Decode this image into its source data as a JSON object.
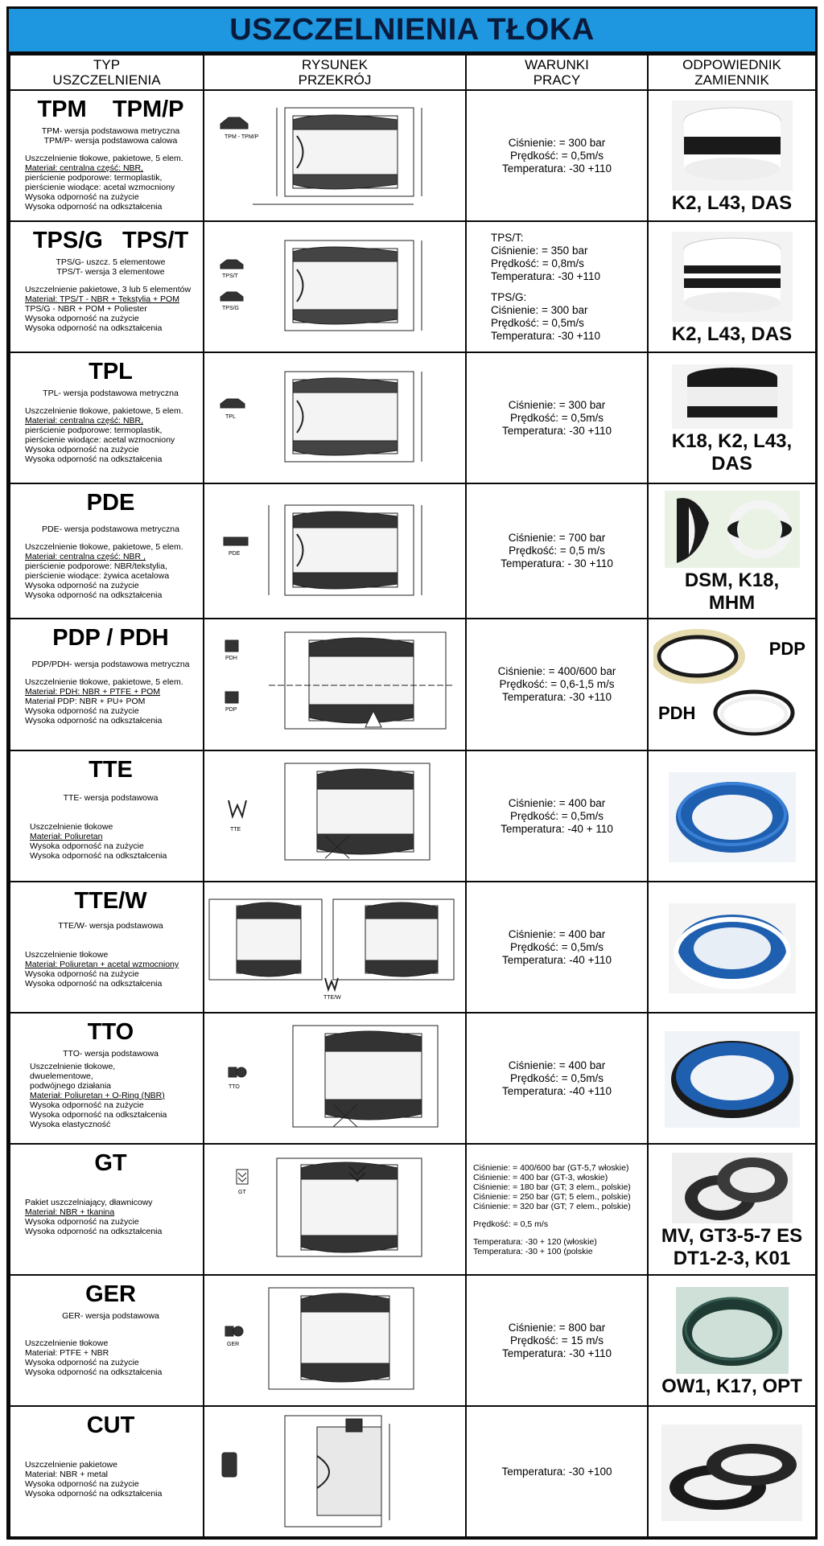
{
  "title": "USZCZELNIENIA TŁOKA",
  "headers": {
    "col1": [
      "TYP",
      "USZCZELNIENIA"
    ],
    "col2": [
      "RYSUNEK",
      "PRZEKRÓJ"
    ],
    "col3": [
      "WARUNKI",
      "PRACY"
    ],
    "col4": [
      "ODPOWIEDNIK",
      "ZAMIENNIK"
    ]
  },
  "rows": [
    {
      "name": "TPM    TPM/P",
      "sub": [
        "TPM- wersja podstawowa metryczna",
        "TPM/P- wersja podstawowa calowa"
      ],
      "desc": [
        "Uszczelnienie tłokowe, pakietowe, 5 elem.",
        "Materiał: centralna część: NBR,",
        "pierścienie podporowe: termoplastik,",
        "pierścienie wiodące: acetal wzmocniony",
        "Wysoka odporność na zużycie",
        "Wysoka odporność na odkształcenia"
      ],
      "conditions": [
        "Ciśnienie: = 300 bar",
        "Prędkość: = 0,5m/s",
        "Temperatura: -30  +110"
      ],
      "replacement": [
        "K2, L43, DAS"
      ],
      "photo": "white-black-ring-photo"
    },
    {
      "name": "TPS/G   TPS/T",
      "sub": [
        "TPS/G- uszcz. 5 elementowe",
        "TPS/T- wersja 3 elementowe"
      ],
      "desc": [
        "Uszczelnienie pakietowe, 3 lub 5 elementów",
        "Materiał: TPS/T - NBR + Tekstylia + POM",
        "TPS/G - NBR + POM + Poliester",
        "Wysoka odporność na zużycie",
        "Wysoka odporność na odkształcenia"
      ],
      "conditions_groups": [
        [
          "TPS/T:",
          "Ciśnienie: = 350 bar",
          "Prędkość: = 0,8m/s",
          "Temperatura: -30 +110"
        ],
        [
          "TPS/G:",
          "Ciśnienie: = 300 bar",
          "Prędkość: = 0,5m/s",
          "Temperatura: -30 +110"
        ]
      ],
      "replacement": [
        "K2, L43, DAS"
      ],
      "photo": "white-black-ring-photo"
    },
    {
      "name": "TPL",
      "sub": [
        "TPL- wersja podstawowa metryczna"
      ],
      "desc": [
        "Uszczelnienie tłokowe, pakietowe, 5 elem.",
        "Materiał: centralna część: NBR,",
        "pierścienie podporowe: termoplastik,",
        "pierścienie wiodące: acetal wzmocniony",
        "Wysoka odporność na zużycie",
        "Wysoka odporność na odkształcenia"
      ],
      "conditions": [
        "Ciśnienie: = 300 bar",
        "Prędkość: = 0,5m/s",
        "Temperatura: -30  +110"
      ],
      "replacement": [
        "K18, K2, L43,",
        "DAS"
      ],
      "photo": "black-white-ring-photo"
    },
    {
      "name": "PDE",
      "sub": [
        "PDE- wersja podstawowa metryczna"
      ],
      "desc": [
        "Uszczelnienie tłokowe, pakietowe, 5 elem.",
        "Materiał: centralna część: NBR ,",
        "pierścienie podporowe: NBR/tekstylia,",
        "pierścienie wiodące: żywica acetalowa",
        "Wysoka odporność na zużycie",
        "Wysoka odporność na odkształcenia"
      ],
      "conditions": [
        "Ciśnienie: = 700 bar",
        "Prędkość: = 0,5 m/s",
        "Temperatura: - 30 +110"
      ],
      "replacement": [
        "DSM, K18,",
        "MHM"
      ],
      "photo": "pde-rings-photo"
    },
    {
      "name": "PDP / PDH",
      "sub": [
        "PDP/PDH- wersja podstawowa metryczna"
      ],
      "desc": [
        "Uszczelnienie tłokowe, pakietowe, 5 elem.",
        "Materiał: PDH: NBR + PTFE + POM",
        "Materiał PDP: NBR + PU+ POM",
        "Wysoka odporność na zużycie",
        "Wysoka odporność na odkształcenia"
      ],
      "conditions": [
        "Ciśnienie: = 400/600 bar",
        "Prędkość: = 0,6-1,5 m/s",
        "Temperatura: -30 +110"
      ],
      "replacement": [],
      "photo_labels": [
        "PDP",
        "PDH"
      ],
      "photo": "pdp-pdh-rings-photo"
    },
    {
      "name": "TTE",
      "sub": [
        "TTE- wersja podstawowa"
      ],
      "desc": [
        "Uszczelnienie tłokowe",
        "Materiał: Poliuretan",
        "Wysoka odporność na zużycie",
        "Wysoka odporność na odkształcenia"
      ],
      "conditions": [
        "Ciśnienie: = 400 bar",
        "Prędkość: = 0,5m/s",
        "Temperatura: -40 + 110"
      ],
      "replacement": [],
      "photo": "blue-ring-photo"
    },
    {
      "name": "TTE/W",
      "sub": [
        "TTE/W- wersja podstawowa"
      ],
      "desc": [
        "Uszczelnienie tłokowe",
        "Materiał: Poliuretan + acetal wzmocniony",
        "Wysoka odporność na zużycie",
        "Wysoka odporność na odkształcenia"
      ],
      "conditions": [
        "Ciśnienie: = 400 bar",
        "Prędkość: = 0,5m/s",
        "Temperatura: -40 +110"
      ],
      "replacement": [],
      "photo": "blue-white-ring-photo"
    },
    {
      "name": "TTO",
      "sub": [
        "TTO- wersja podstawowa"
      ],
      "desc": [
        "Uszczelnienie tłokowe,",
        "dwuelementowe,",
        "podwójnego działania",
        "Materiał: Poliuretan + O-Ring (NBR)",
        "Wysoka odporność na zużycie",
        "Wysoka odporność na odkształcenia",
        "Wysoka elastyczność"
      ],
      "conditions": [
        "Ciśnienie: = 400 bar",
        "Prędkość: = 0,5m/s",
        "Temperatura: -40  +110"
      ],
      "replacement": [],
      "photo": "blue-black-ring-photo"
    },
    {
      "name": "GT",
      "sub": [],
      "desc": [
        "Pakiet uszczelniający, dławnicowy",
        "Materiał: NBR + tkanina",
        "Wysoka odporność na zużycie",
        "Wysoka odporność na odkształcenia"
      ],
      "conditions_groups": [
        [
          "Ciśnienie: = 400/600 bar (GT-5,7 włoskie)",
          "Ciśnienie: = 400 bar (GT-3, włoskie)",
          "Ciśnienie: = 180 bar (GT; 3 elem., polskie)",
          "Ciśnienie: = 250 bar (GT; 5 elem., polskie)",
          "Ciśnienie: = 320 bar (GT; 7 elem., polskie)"
        ],
        [
          "Prędkość: = 0,5 m/s"
        ],
        [
          "Temperatura: -30 + 120  (włoskie)",
          "Temperatura: -30 + 100  (polskie"
        ]
      ],
      "replacement": [
        "MV, GT3-5-7 ES",
        "DT1-2-3, K01"
      ],
      "photo": "gt-pack-photo"
    },
    {
      "name": "GER",
      "sub": [
        "GER- wersja podstawowa"
      ],
      "desc": [
        "Uszczelnienie tłokowe",
        "Materiał: PTFE + NBR",
        "Wysoka odporność na zużycie",
        "Wysoka odporność na odkształcenia"
      ],
      "conditions": [
        "Ciśnienie: = 800 bar",
        "Prędkość: = 15 m/s",
        "Temperatura: -30 +110"
      ],
      "replacement": [
        "OW1, K17, OPT"
      ],
      "photo": "green-ring-photo"
    },
    {
      "name": "CUT",
      "sub": [],
      "desc": [
        "Uszczelnienie pakietowe",
        "Materiał: NBR + metal",
        "Wysoka odporność na zużycie",
        "Wysoka odporność na odkształcenia"
      ],
      "conditions": [
        "Temperatura: -30 +100"
      ],
      "replacement": [],
      "photo": "black-washer-photo"
    }
  ],
  "drawing_labels": {
    "TPM": [
      "TPM - TPM/P"
    ],
    "TPS": [
      "TPS/T",
      "TPS/G"
    ],
    "TPL": [
      "TPL"
    ],
    "PDE": [
      "PDE"
    ],
    "PDP": [
      "PDH",
      "PDP"
    ],
    "TTE": [
      "TTE"
    ],
    "TTEW": [
      "TTE/W"
    ],
    "TTO": [
      "TTO"
    ],
    "GT": [
      "GT"
    ],
    "GER": [
      "GER"
    ]
  }
}
